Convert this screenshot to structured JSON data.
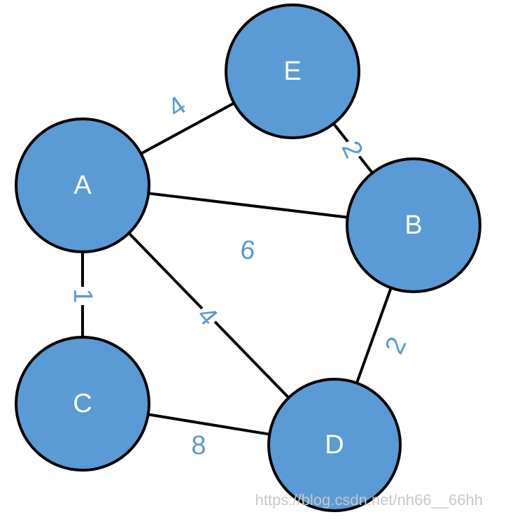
{
  "colors": {
    "node_fill": "#5b9bd5",
    "node_stroke": "#000000",
    "edge": "#000000",
    "weight_text": "#5b9bd5",
    "watermark": "#c8c8c8"
  },
  "nodes": [
    {
      "id": "A",
      "label": "A"
    },
    {
      "id": "B",
      "label": "B"
    },
    {
      "id": "C",
      "label": "C"
    },
    {
      "id": "D",
      "label": "D"
    },
    {
      "id": "E",
      "label": "E"
    }
  ],
  "edges": [
    {
      "from": "A",
      "to": "E",
      "weight": "4"
    },
    {
      "from": "E",
      "to": "B",
      "weight": "2"
    },
    {
      "from": "A",
      "to": "B",
      "weight": "6"
    },
    {
      "from": "A",
      "to": "C",
      "weight": "1"
    },
    {
      "from": "A",
      "to": "D",
      "weight": "4"
    },
    {
      "from": "B",
      "to": "D",
      "weight": "2"
    },
    {
      "from": "C",
      "to": "D",
      "weight": "8"
    }
  ],
  "watermark": "https://blog.csdn.net/nh66__66hh"
}
